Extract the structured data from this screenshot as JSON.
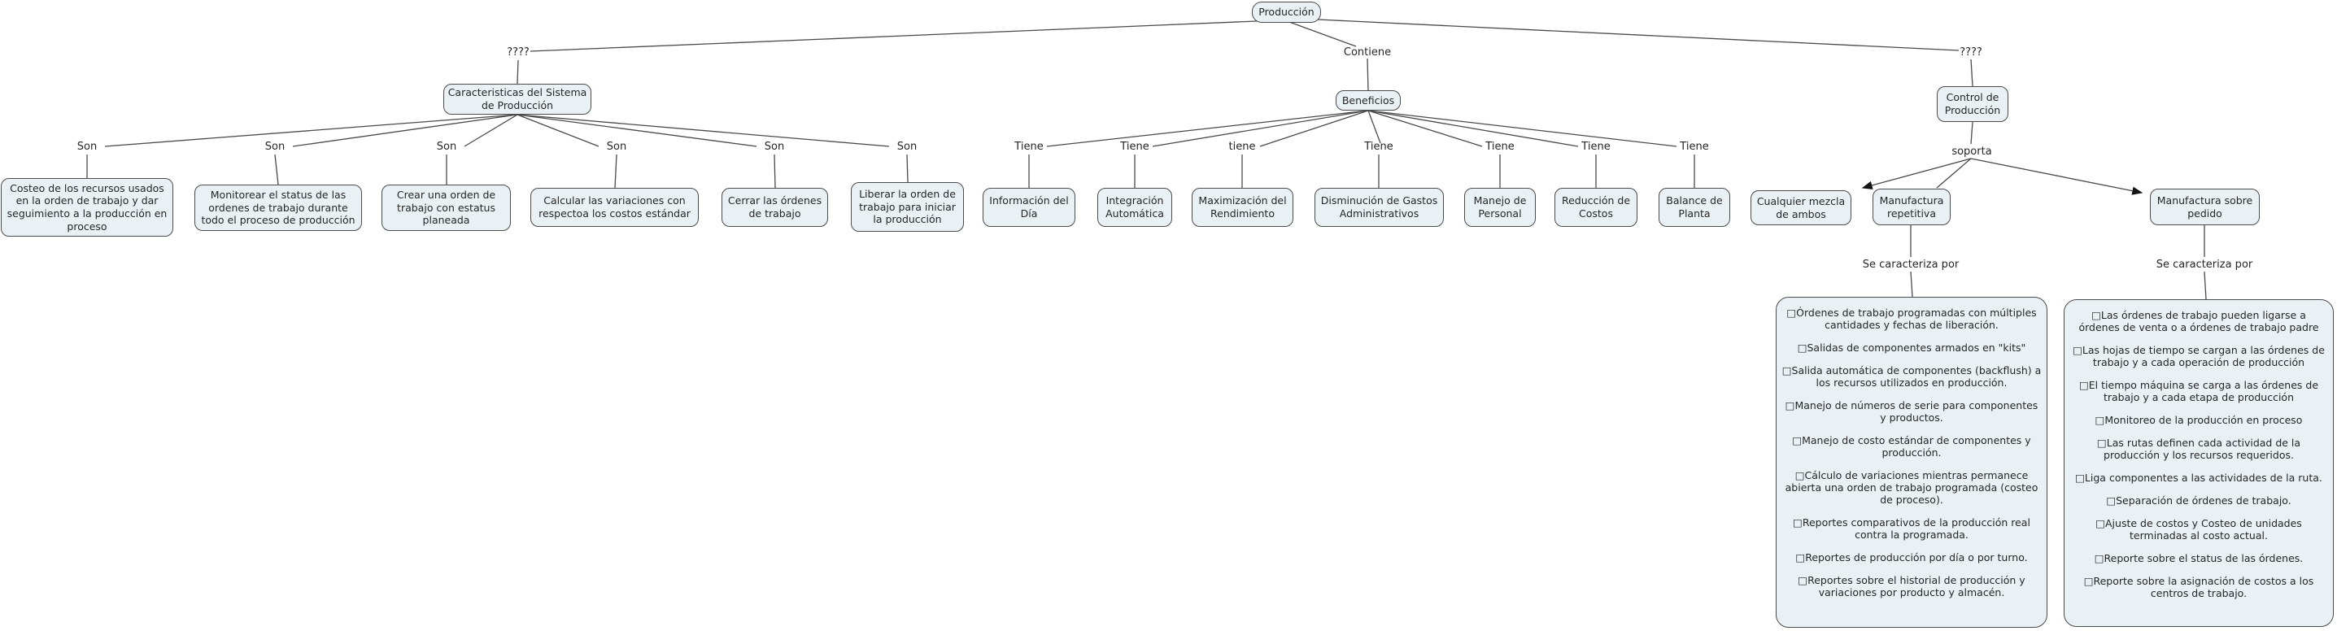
{
  "colors": {
    "background": "#ffffff",
    "node_fill": "#e9f1f4",
    "node_border": "#4b4b4b",
    "line": "#4a4a4a",
    "text": "#262626"
  },
  "root": {
    "label": "Producción"
  },
  "branches": {
    "caracteristicas": {
      "link_label": "????",
      "label": "Caracteristicas del Sistema de Producción",
      "children": [
        {
          "link": "Son",
          "label": "Costeo de los recursos usados en la orden de trabajo y dar seguimiento a la producción en proceso"
        },
        {
          "link": "Son",
          "label": "Monitorear el status de las ordenes de trabajo durante todo el proceso de producción"
        },
        {
          "link": "Son",
          "label": "Crear una orden de trabajo con estatus planeada"
        },
        {
          "link": "Son",
          "label": "Calcular las variaciones con respectoa los costos estándar"
        },
        {
          "link": "Son",
          "label": "Cerrar las órdenes de trabajo"
        },
        {
          "link": "Son",
          "label": "Liberar la orden de trabajo para iniciar la producción"
        }
      ]
    },
    "beneficios": {
      "link_label": "Contiene",
      "label": "Beneficios",
      "children": [
        {
          "link": "Tiene",
          "label": "Información del Día"
        },
        {
          "link": "Tiene",
          "label": "Integración Automática"
        },
        {
          "link": "tiene",
          "label": "Maximización del Rendimiento"
        },
        {
          "link": "Tiene",
          "label": "Disminución de Gastos Administrativos"
        },
        {
          "link": "Tiene",
          "label": "Manejo de Personal"
        },
        {
          "link": "Tiene",
          "label": "Reducción de Costos"
        },
        {
          "link": "Tiene",
          "label": "Balance de Planta"
        }
      ]
    },
    "control": {
      "link_label": "????",
      "label": "Control de Producción",
      "soporta_label": "soporta",
      "children": [
        {
          "label": "Cualquier mezcla de ambos"
        },
        {
          "label": "Manufactura repetitiva",
          "sublink": "Se caracteriza por"
        },
        {
          "label": "Manufactura sobre pedido",
          "sublink": "Se caracteriza por"
        }
      ],
      "repetitiva_details": [
        "□Órdenes de trabajo programadas con múltiples cantidades y fechas de liberación.",
        "□Salidas de componentes armados en \"kits\"",
        "□Salida automática de componentes (backflush) a los recursos utilizados en producción.",
        "□Manejo de números de serie para componentes y productos.",
        "□Manejo de costo estándar de componentes y producción.",
        "□Cálculo de variaciones mientras permanece abierta una orden de trabajo programada (costeo de proceso).",
        "□Reportes comparativos de la producción real contra la programada.",
        "□Reportes de producción por día o por turno.",
        "□Reportes sobre el historial de producción y variaciones por producto y almacén."
      ],
      "pedido_details": [
        "□Las órdenes de trabajo pueden ligarse a órdenes de venta o a órdenes de trabajo padre",
        "□Las hojas de tiempo se cargan a las órdenes de trabajo y a cada operación de producción",
        "□El tiempo máquina se carga a las órdenes de trabajo y a cada etapa de producción",
        "□Monitoreo de la producción en proceso",
        "□Las rutas definen cada actividad de la producción y los recursos requeridos.",
        "□Liga componentes a las actividades de la ruta.",
        "□Separación de órdenes de trabajo.",
        "□Ajuste de costos y Costeo de unidades terminadas al costo actual.",
        "□Reporte sobre el status de las órdenes.",
        "□Reporte sobre la asignación de costos a los centros de trabajo."
      ]
    }
  }
}
